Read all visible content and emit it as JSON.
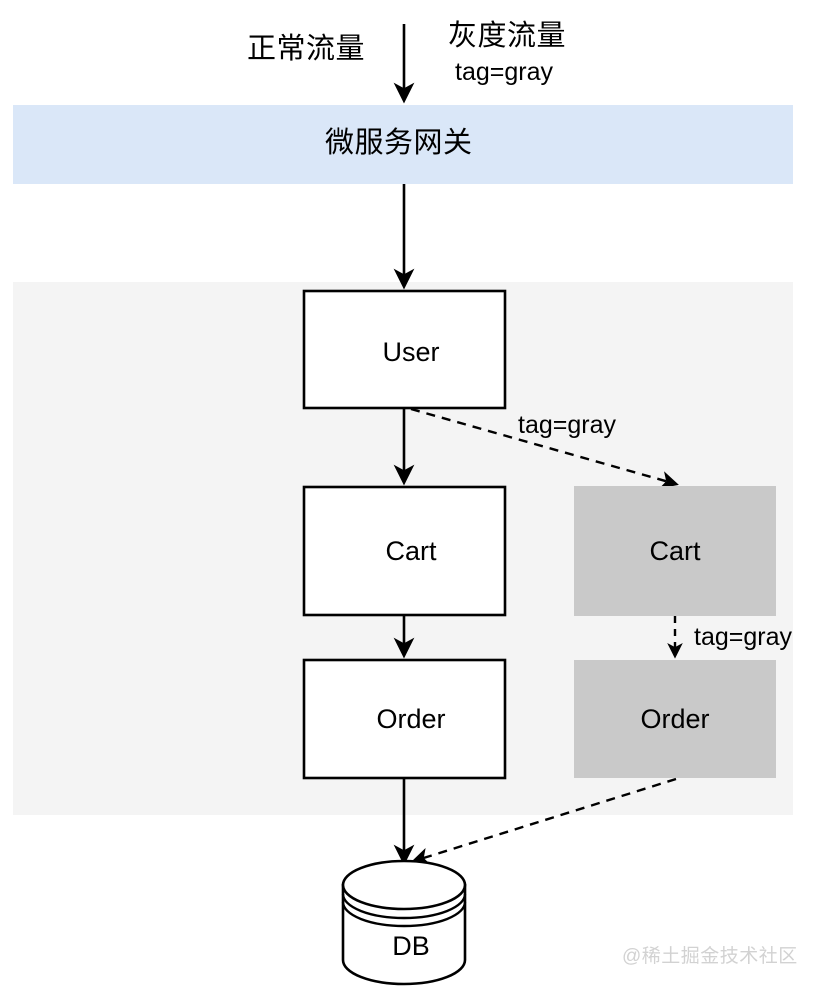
{
  "diagram": {
    "title_traffic_normal": "正常流量",
    "title_traffic_gray": "灰度流量",
    "title_traffic_gray_tag": "tag=gray",
    "gateway": {
      "label": "微服务网关",
      "fill": "#dae7f8"
    },
    "service_region": {
      "fill": "#f4f4f4"
    },
    "nodes": [
      {
        "id": "user",
        "label": "User",
        "variant": "normal",
        "fill": "#ffffff"
      },
      {
        "id": "cart",
        "label": "Cart",
        "variant": "normal",
        "fill": "#ffffff"
      },
      {
        "id": "order",
        "label": "Order",
        "variant": "normal",
        "fill": "#ffffff"
      },
      {
        "id": "cart-gray",
        "label": "Cart",
        "variant": "gray",
        "fill": "#c9c9c9"
      },
      {
        "id": "order-gray",
        "label": "Order",
        "variant": "gray",
        "fill": "#c9c9c9"
      },
      {
        "id": "db",
        "label": "DB",
        "variant": "cylinder",
        "fill": "#ffffff"
      }
    ],
    "edge_labels": {
      "user_to_cart_gray": "tag=gray",
      "cart_gray_to_order_gray": "tag=gray"
    },
    "watermark": "@稀土掘金技术社区",
    "colors": {
      "stroke": "#000000",
      "gateway_fill": "#dae7f8",
      "region_fill": "#f4f4f4",
      "gray_node_fill": "#c9c9c9",
      "watermark": "#d2d2d2"
    }
  }
}
